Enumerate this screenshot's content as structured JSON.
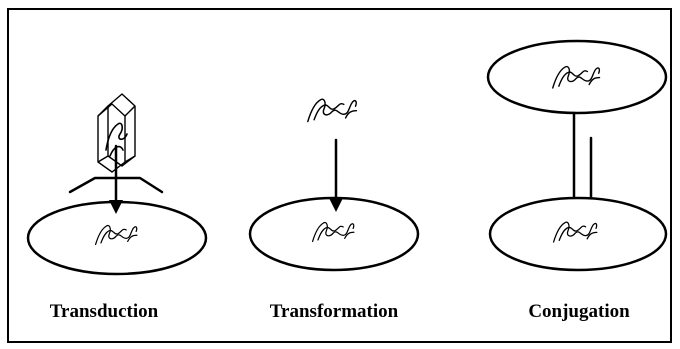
{
  "panels": [
    {
      "id": "transduction",
      "label": "Transduction"
    },
    {
      "id": "transformation",
      "label": "Transformation"
    },
    {
      "id": "conjugation",
      "label": "Conjugation"
    }
  ],
  "colors": {
    "line": "#000000",
    "background": "#ffffff"
  },
  "icons": {
    "dna": "dna-fragment-icon",
    "phage": "bacteriophage-icon"
  }
}
